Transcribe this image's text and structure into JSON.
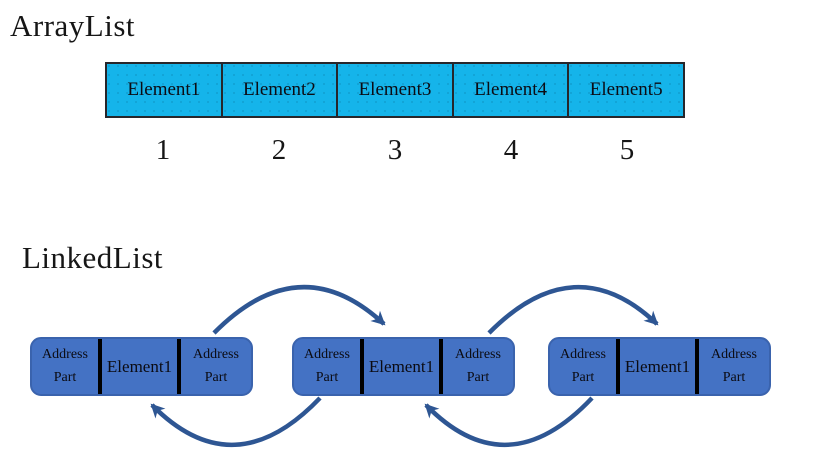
{
  "colors": {
    "array-fill": "#15b4ea",
    "array-border": "#26262b",
    "node-fill": "#4472c4",
    "node-border": "#3a63ad",
    "node-divider": "#000000",
    "arrow": "#2e5693"
  },
  "arraylist": {
    "title": "ArrayList",
    "cells": [
      "Element1",
      "Element2",
      "Element3",
      "Element4",
      "Element5"
    ],
    "indices": [
      "1",
      "2",
      "3",
      "4",
      "5"
    ]
  },
  "linkedlist": {
    "title": "LinkedList",
    "nodes": [
      {
        "address_left": "Address Part",
        "element": "Element1",
        "address_right": "Address Part"
      },
      {
        "address_left": "Address Part",
        "element": "Element1",
        "address_right": "Address Part"
      },
      {
        "address_left": "Address Part",
        "element": "Element1",
        "address_right": "Address Part"
      }
    ]
  }
}
